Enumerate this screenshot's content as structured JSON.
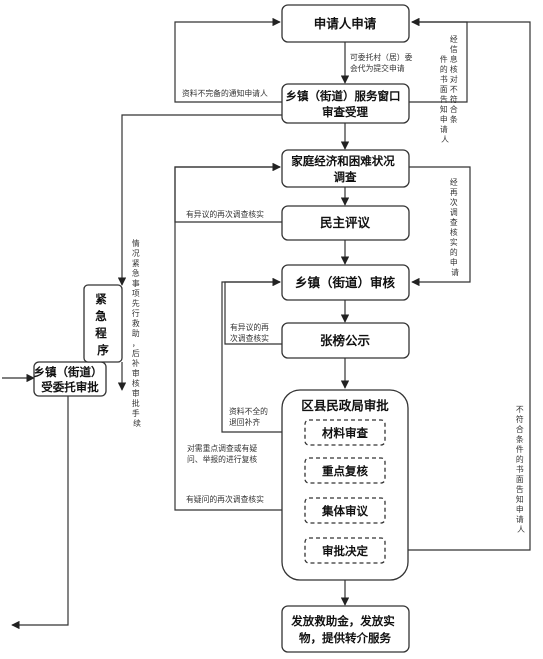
{
  "nodes": {
    "apply": [
      "申请人申请"
    ],
    "window": [
      "乡镇（街道）服务窗口",
      "审查受理"
    ],
    "survey": [
      "家庭经济和困难状况",
      "调查"
    ],
    "democratic": [
      "民主评议"
    ],
    "audit": [
      "乡镇（街道）审核"
    ],
    "publicity": [
      "张榜公示"
    ],
    "bureau": [
      "区县民政局审批"
    ],
    "material": [
      "材料审查"
    ],
    "keycheck": [
      "重点复核"
    ],
    "collective": [
      "集体审议"
    ],
    "decision": [
      "审批决定"
    ],
    "issue": [
      "发放救助金，发放实",
      "物，提供转介服务"
    ],
    "entrust": [
      "乡镇（街道）",
      "受委托审批"
    ],
    "emergency": [
      "紧",
      "急",
      "程",
      "序"
    ]
  },
  "edge_labels": {
    "entrust_village": [
      "可委托村（居）委",
      "会代为提交申请"
    ],
    "incomplete_notify": [
      "资料不完备的通知申请人"
    ],
    "info_mismatch": [
      "经",
      "信",
      "息",
      "核",
      "对",
      "不",
      "符",
      "合",
      "条",
      "件",
      "的",
      "书",
      "面",
      "告",
      "知",
      "申",
      "请",
      "人"
    ],
    "resurvey_mismatch": [
      "经",
      "再",
      "次",
      "调",
      "查",
      "核",
      "实",
      "的",
      "申",
      "请"
    ],
    "objection_recheck": [
      "有异议的再次调查核实"
    ],
    "objection_recheck2": [
      "有异议的再",
      "次调查核实"
    ],
    "material_return": [
      "资料不全的",
      "退回补齐"
    ],
    "key_review": [
      "对需重点调查或有疑",
      "问、举报的进行复核"
    ],
    "doubt_recheck": [
      "有疑问的再次调查核实"
    ],
    "urgent_note": [
      "情",
      "况",
      "紧",
      "急",
      "事",
      "项",
      "先",
      "行",
      "救",
      "助",
      "，",
      "后",
      "补",
      "审",
      "核",
      "审",
      "批",
      "手",
      "续"
    ],
    "unqualified_notify": [
      "不",
      "符",
      "合",
      "条",
      "件",
      "的",
      "书",
      "面",
      "告",
      "知",
      "申",
      "请",
      "人"
    ]
  }
}
